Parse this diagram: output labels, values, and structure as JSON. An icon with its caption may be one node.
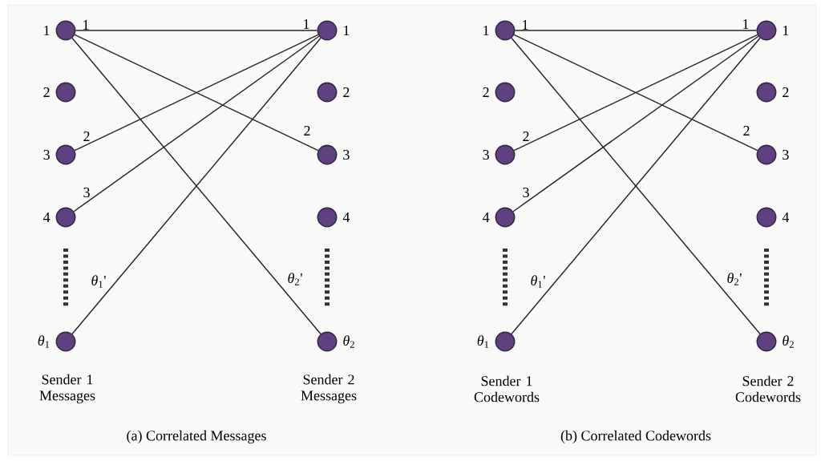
{
  "diagram": {
    "nodes": [
      {
        "text": [
          "1"
        ]
      },
      {
        "text": [
          "2"
        ]
      },
      {
        "text": [
          "3"
        ]
      },
      {
        "text": [
          "4"
        ]
      },
      {
        "text": [
          "*θ*$_{1}$"
        ]
      },
      {
        "text": [
          "1"
        ]
      },
      {
        "text": [
          "2"
        ]
      },
      {
        "text": [
          "3"
        ]
      },
      {
        "text": [
          "4"
        ]
      },
      {
        "text": [
          "*θ*$_{2}$"
        ]
      },
      {
        "text": [
          "1"
        ]
      },
      {
        "text": [
          "2"
        ]
      },
      {
        "text": [
          "3"
        ]
      },
      {
        "text": [
          "4"
        ]
      },
      {
        "text": [
          "*θ*$_{1}$"
        ]
      },
      {
        "text": [
          "1"
        ]
      },
      {
        "text": [
          "2"
        ]
      },
      {
        "text": [
          "3"
        ]
      },
      {
        "text": [
          "4"
        ]
      },
      {
        "text": [
          "*θ*$_{2}$"
        ]
      }
    ],
    "edges": [
      {
        "from": 0,
        "to": 5,
        "arrow": "none"
      },
      {
        "from": 0,
        "to": 7,
        "arrow": "none"
      },
      {
        "from": 0,
        "to": 9,
        "arrow": "none"
      },
      {
        "from": 2,
        "to": 5,
        "arrow": "none"
      },
      {
        "from": 3,
        "to": 5,
        "arrow": "none"
      },
      {
        "from": 4,
        "to": 5,
        "arrow": "none"
      },
      {
        "from": 10,
        "to": 15,
        "arrow": "none"
      },
      {
        "from": 10,
        "to": 17,
        "arrow": "none"
      },
      {
        "from": 10,
        "to": 19,
        "arrow": "none"
      },
      {
        "from": 12,
        "to": 15,
        "arrow": "none"
      },
      {
        "from": 13,
        "to": 15,
        "arrow": "none"
      },
      {
        "from": 14,
        "to": 15,
        "arrow": "none"
      }
    ],
    "labels": [
      "1",
      "1",
      "2",
      "2",
      "3",
      "*θ*$_{1}$'",
      "*θ*$_{2}$'",
      "Sender 1 Messages",
      "Sender 2 Messages",
      "(a) Correlated Messages",
      "1",
      "1",
      "2",
      "2",
      "3",
      "*θ*$_{1}$'",
      "*θ*$_{2}$'",
      "Sender 1 Codewords",
      "Sender 2 Codewords",
      "(b) Correlated Codewords"
    ]
  }
}
